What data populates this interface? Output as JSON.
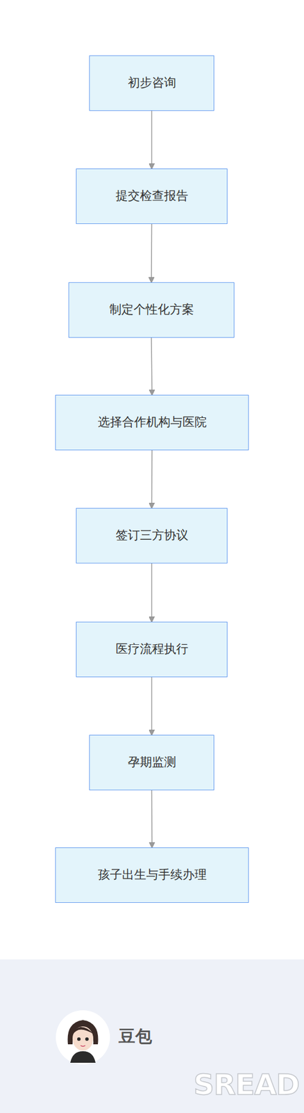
{
  "diagram": {
    "nodes": [
      {
        "text": [
          "初步咨询"
        ]
      },
      {
        "text": [
          "提交检查报告"
        ]
      },
      {
        "text": [
          "制定个性化方案"
        ]
      },
      {
        "text": [
          "选择合作机构与医院"
        ]
      },
      {
        "text": [
          "签订三方协议"
        ]
      },
      {
        "text": [
          "医疗流程执行"
        ]
      },
      {
        "text": [
          "孕期监测"
        ]
      },
      {
        "text": [
          "孩子出生与手续办理"
        ]
      }
    ],
    "edges": [
      {
        "from": 0,
        "to": 1,
        "arrow": "to"
      },
      {
        "from": 1,
        "to": 2,
        "arrow": "to"
      },
      {
        "from": 2,
        "to": 3,
        "arrow": "to"
      },
      {
        "from": 3,
        "to": 4,
        "arrow": "to"
      },
      {
        "from": 4,
        "to": 5,
        "arrow": "to"
      },
      {
        "from": 5,
        "to": 6,
        "arrow": "to"
      },
      {
        "from": 6,
        "to": 7,
        "arrow": "to"
      }
    ],
    "labels": [
      "豆包",
      "SREAD"
    ]
  }
}
